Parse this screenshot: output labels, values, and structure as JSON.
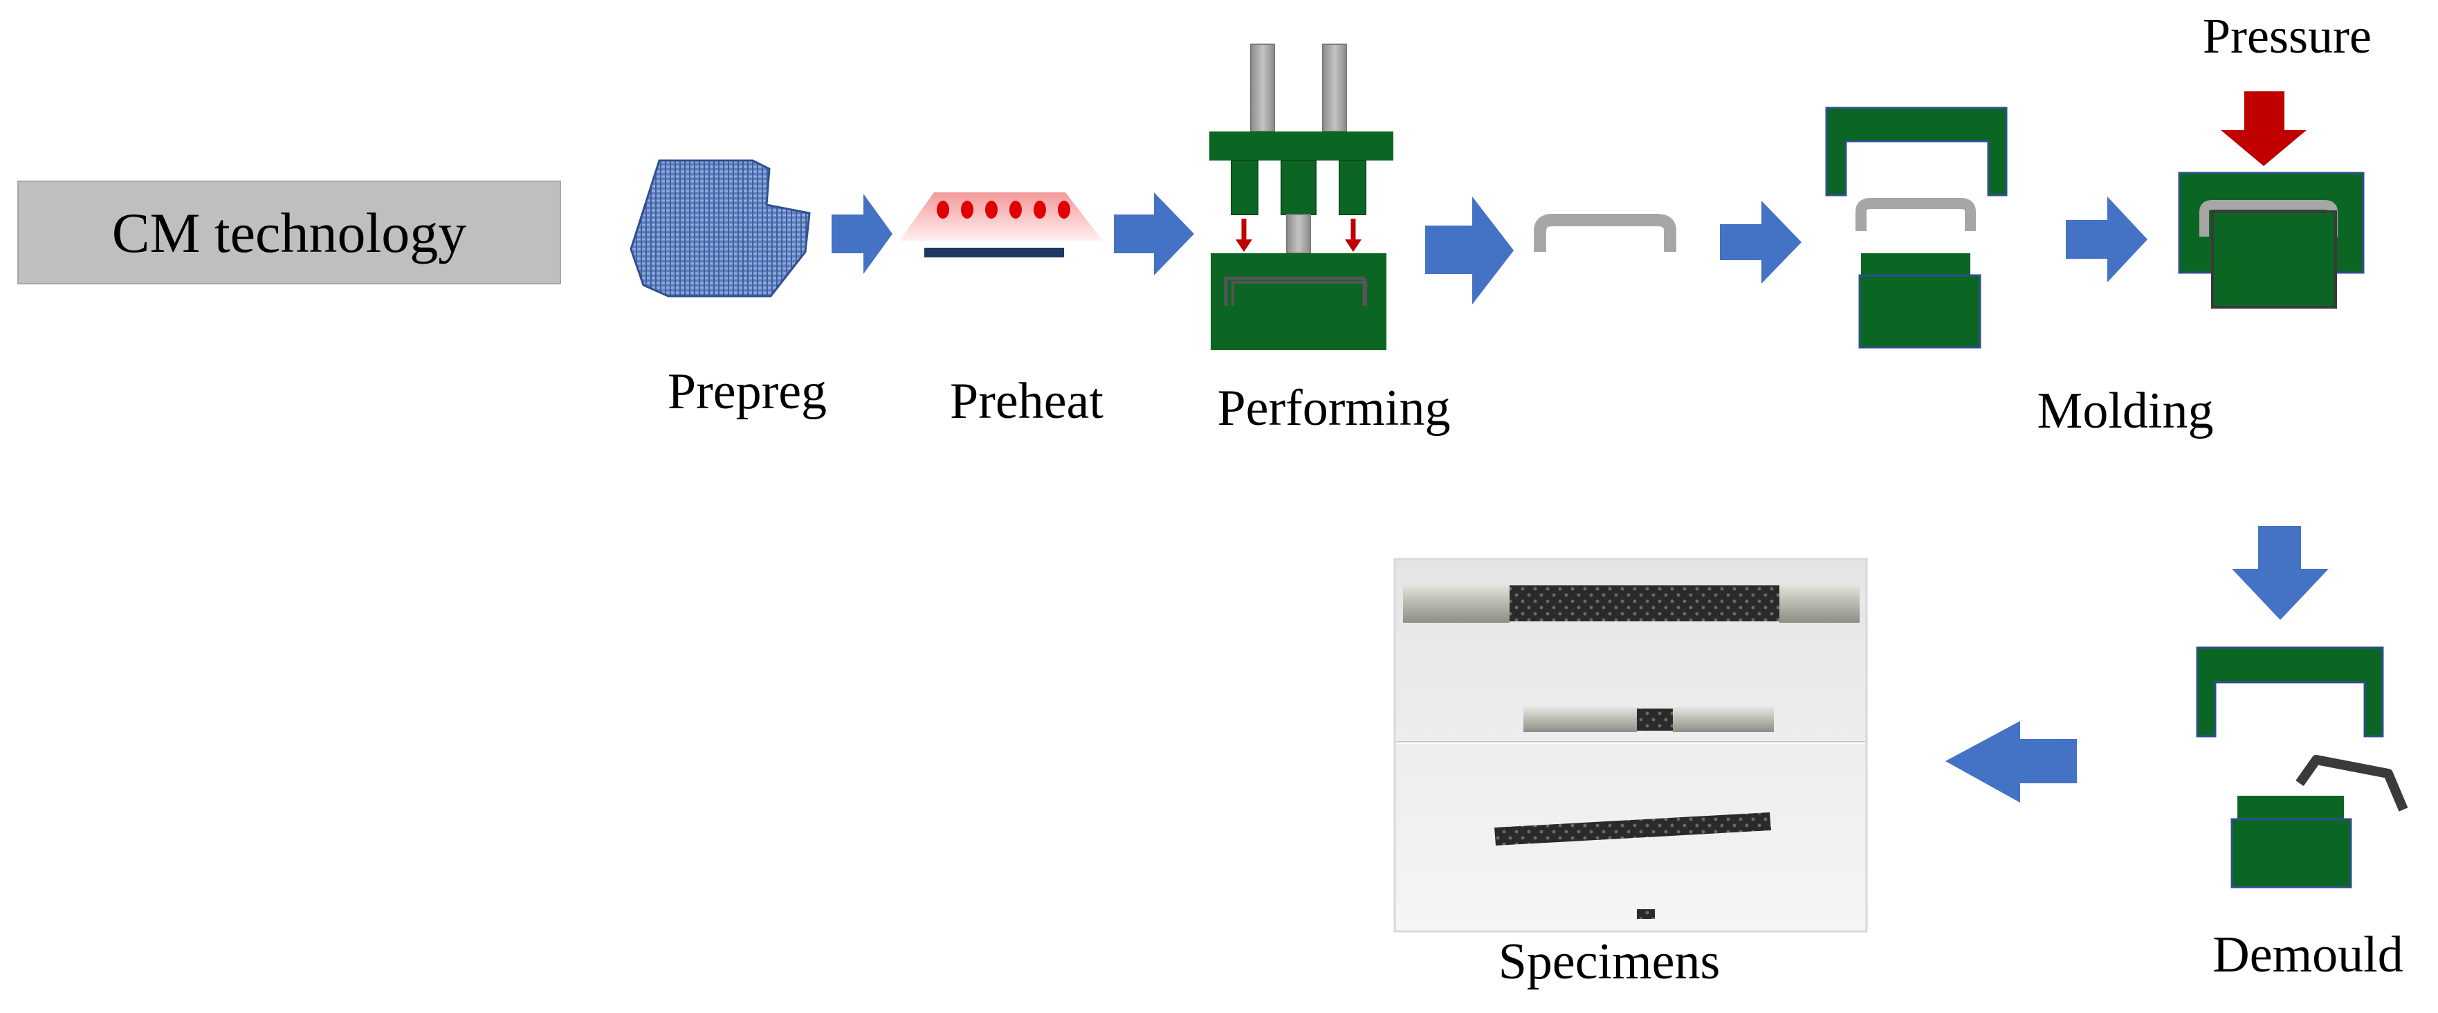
{
  "title_box": {
    "label": "CM technology"
  },
  "steps": {
    "prepreg": "Prepreg",
    "preheat": "Preheat",
    "performing": "Performing",
    "pressure": "Pressure",
    "molding": "Molding",
    "demould": "Demould",
    "specimens": "Specimens"
  },
  "colors": {
    "arrow": "#4472C4",
    "mold_green": "#0B6623",
    "pressure_red": "#C00000",
    "part_gray": "#A6A6A6",
    "title_box_gray": "#BFBFBF",
    "fabric_blue": "#4F74B8",
    "plate_navy": "#1F3864",
    "heat_pink": "#F8C8C8",
    "heat_dot": "#E00000",
    "rod_gray": "#A0A0A0",
    "carbon_black": "#2A2A2A",
    "steel": "#C8C8C0"
  },
  "icons": [
    "flow-arrow-icon",
    "pressure-arrow-icon",
    "heater-icon",
    "press-icon",
    "mold-icon"
  ]
}
